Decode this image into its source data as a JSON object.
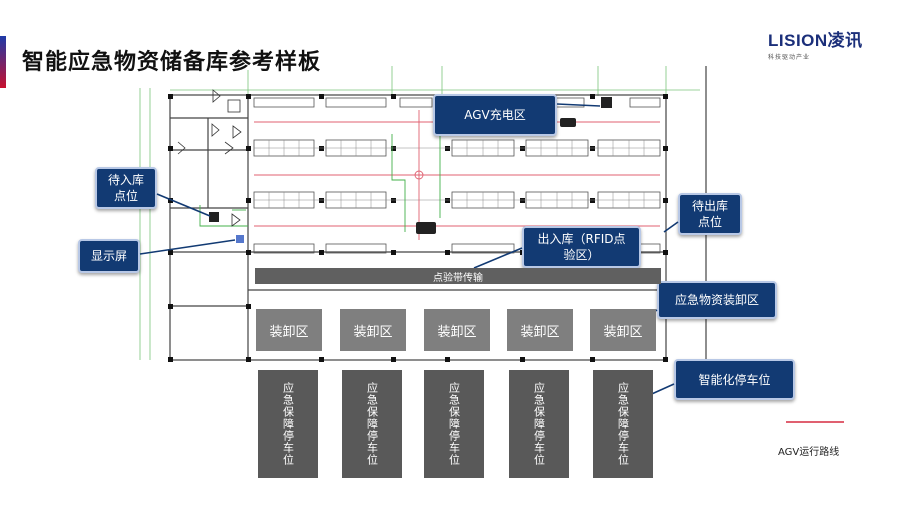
{
  "title": "智能应急物资储备库参考样板",
  "logo": {
    "brand": "LISION凌讯",
    "tagline": "科技驱动产业"
  },
  "callouts": {
    "agv_charging": "AGV充电区",
    "inbound_point": "待入库\n点位",
    "display": "显示屏",
    "io_rfid": "出入库（RFID点\n验区）",
    "outbound_point": "待出库\n点位",
    "loading_zone": "应急物资装卸区",
    "parking": "智能化停车位"
  },
  "conveyor_label": "点验带传输",
  "loading_bays": [
    "装卸区",
    "装卸区",
    "装卸区",
    "装卸区",
    "装卸区"
  ],
  "parking_spots": [
    "应急保障停车位",
    "应急保障停车位",
    "应急保障停车位",
    "应急保障停车位",
    "应急保障停车位"
  ],
  "legend": {
    "agv_route": "AGV运行路线",
    "route_color": "#e06070"
  },
  "colors": {
    "callout_bg": "#123a73",
    "title_accent_top": "#1e3aa8",
    "title_accent_bottom": "#c8102e"
  }
}
